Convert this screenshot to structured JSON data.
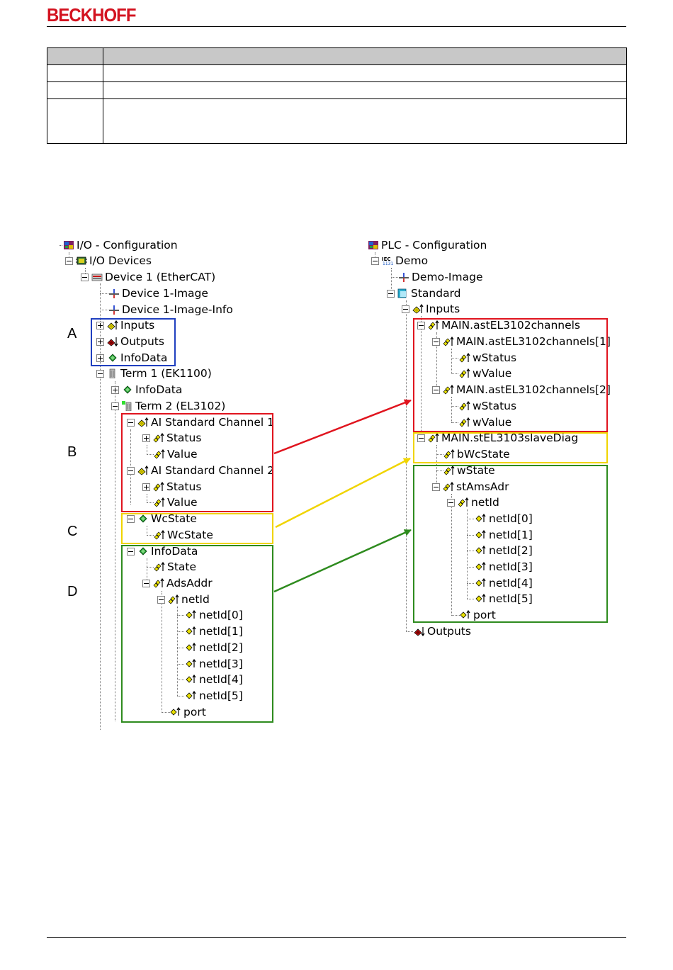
{
  "header": {
    "brand": "BECKHOFF",
    "brand_color": "#d3121f"
  },
  "table": {
    "rows": 4
  },
  "left_tree": {
    "root": "I/O - Configuration",
    "io_devices": "I/O Devices",
    "device": "Device 1 (EtherCAT)",
    "device_image": "Device 1-Image",
    "device_image_info": "Device 1-Image-Info",
    "inputs": "Inputs",
    "outputs": "Outputs",
    "infodata": "InfoData",
    "term1": "Term 1 (EK1100)",
    "term1_infodata": "InfoData",
    "term2": "Term 2 (EL3102)",
    "ch1": "AI Standard Channel 1",
    "ch1_status": "Status",
    "ch1_value": "Value",
    "ch2": "AI Standard Channel 2",
    "ch2_status": "Status",
    "ch2_value": "Value",
    "wcstate_group": "WcState",
    "wcstate": "WcState",
    "infodata2": "InfoData",
    "state": "State",
    "adsaddr": "AdsAddr",
    "netid": "netId",
    "netid_items": [
      "netId[0]",
      "netId[1]",
      "netId[2]",
      "netId[3]",
      "netId[4]",
      "netId[5]"
    ],
    "port": "port"
  },
  "right_tree": {
    "root": "PLC - Configuration",
    "demo": "Demo",
    "demo_image": "Demo-Image",
    "standard": "Standard",
    "inputs": "Inputs",
    "channels": "MAIN.astEL3102channels",
    "ch1": "MAIN.astEL3102channels[1]",
    "ch1_status": "wStatus",
    "ch1_value": "wValue",
    "ch2": "MAIN.astEL3102channels[2]",
    "ch2_status": "wStatus",
    "ch2_value": "wValue",
    "diag": "MAIN.stEL3103slaveDiag",
    "bwcstate": "bWcState",
    "wstate": "wState",
    "stamsadr": "stAmsAdr",
    "netid": "netId",
    "netid_items": [
      "netId[0]",
      "netId[1]",
      "netId[2]",
      "netId[3]",
      "netId[4]",
      "netId[5]"
    ],
    "port": "port",
    "outputs": "Outputs"
  },
  "markers": {
    "a": "A",
    "b": "B",
    "c": "C",
    "d": "D"
  },
  "colors": {
    "blue": "#1f3fbf",
    "red": "#e0141e",
    "yellow": "#f0d400",
    "green": "#2e8b1e"
  }
}
